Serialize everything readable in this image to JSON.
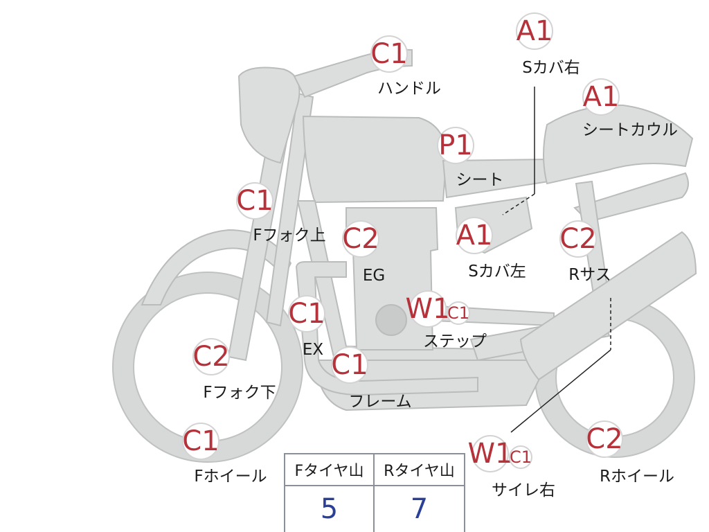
{
  "colors": {
    "grade": "#b5323a",
    "value": "#2a3f96",
    "bike": "#dcdedd"
  },
  "markers": [
    {
      "id": "handle",
      "grade": "C1",
      "label": "ハンドル"
    },
    {
      "id": "s-cover-right",
      "grade": "A1",
      "label": "Sカバ右"
    },
    {
      "id": "seat-cowl",
      "grade": "A1",
      "label": "シートカウル"
    },
    {
      "id": "seat",
      "grade": "P1",
      "label": "シート"
    },
    {
      "id": "f-fork-upper",
      "grade": "C1",
      "label": "Fフォク上"
    },
    {
      "id": "engine",
      "grade": "C2",
      "label": "EG"
    },
    {
      "id": "s-cover-left",
      "grade": "A1",
      "label": "Sカバ左"
    },
    {
      "id": "r-suspension",
      "grade": "C2",
      "label": "Rサス"
    },
    {
      "id": "exhaust",
      "grade": "C1",
      "label": "EX"
    },
    {
      "id": "step",
      "grade": "W1",
      "grade_sub": "C1",
      "label": "ステップ"
    },
    {
      "id": "f-fork-lower",
      "grade": "C2",
      "label": "Fフォク下"
    },
    {
      "id": "frame",
      "grade": "C1",
      "label": "フレーム"
    },
    {
      "id": "f-wheel",
      "grade": "C1",
      "label": "Fホイール"
    },
    {
      "id": "silencer-right",
      "grade": "W1",
      "grade_sub": "C1",
      "label": "サイレ右"
    },
    {
      "id": "r-wheel",
      "grade": "C2",
      "label": "Rホイール"
    }
  ],
  "tire_table": {
    "front_label": "Fタイヤ山",
    "rear_label": "Rタイヤ山",
    "front_value": "5",
    "rear_value": "7"
  }
}
